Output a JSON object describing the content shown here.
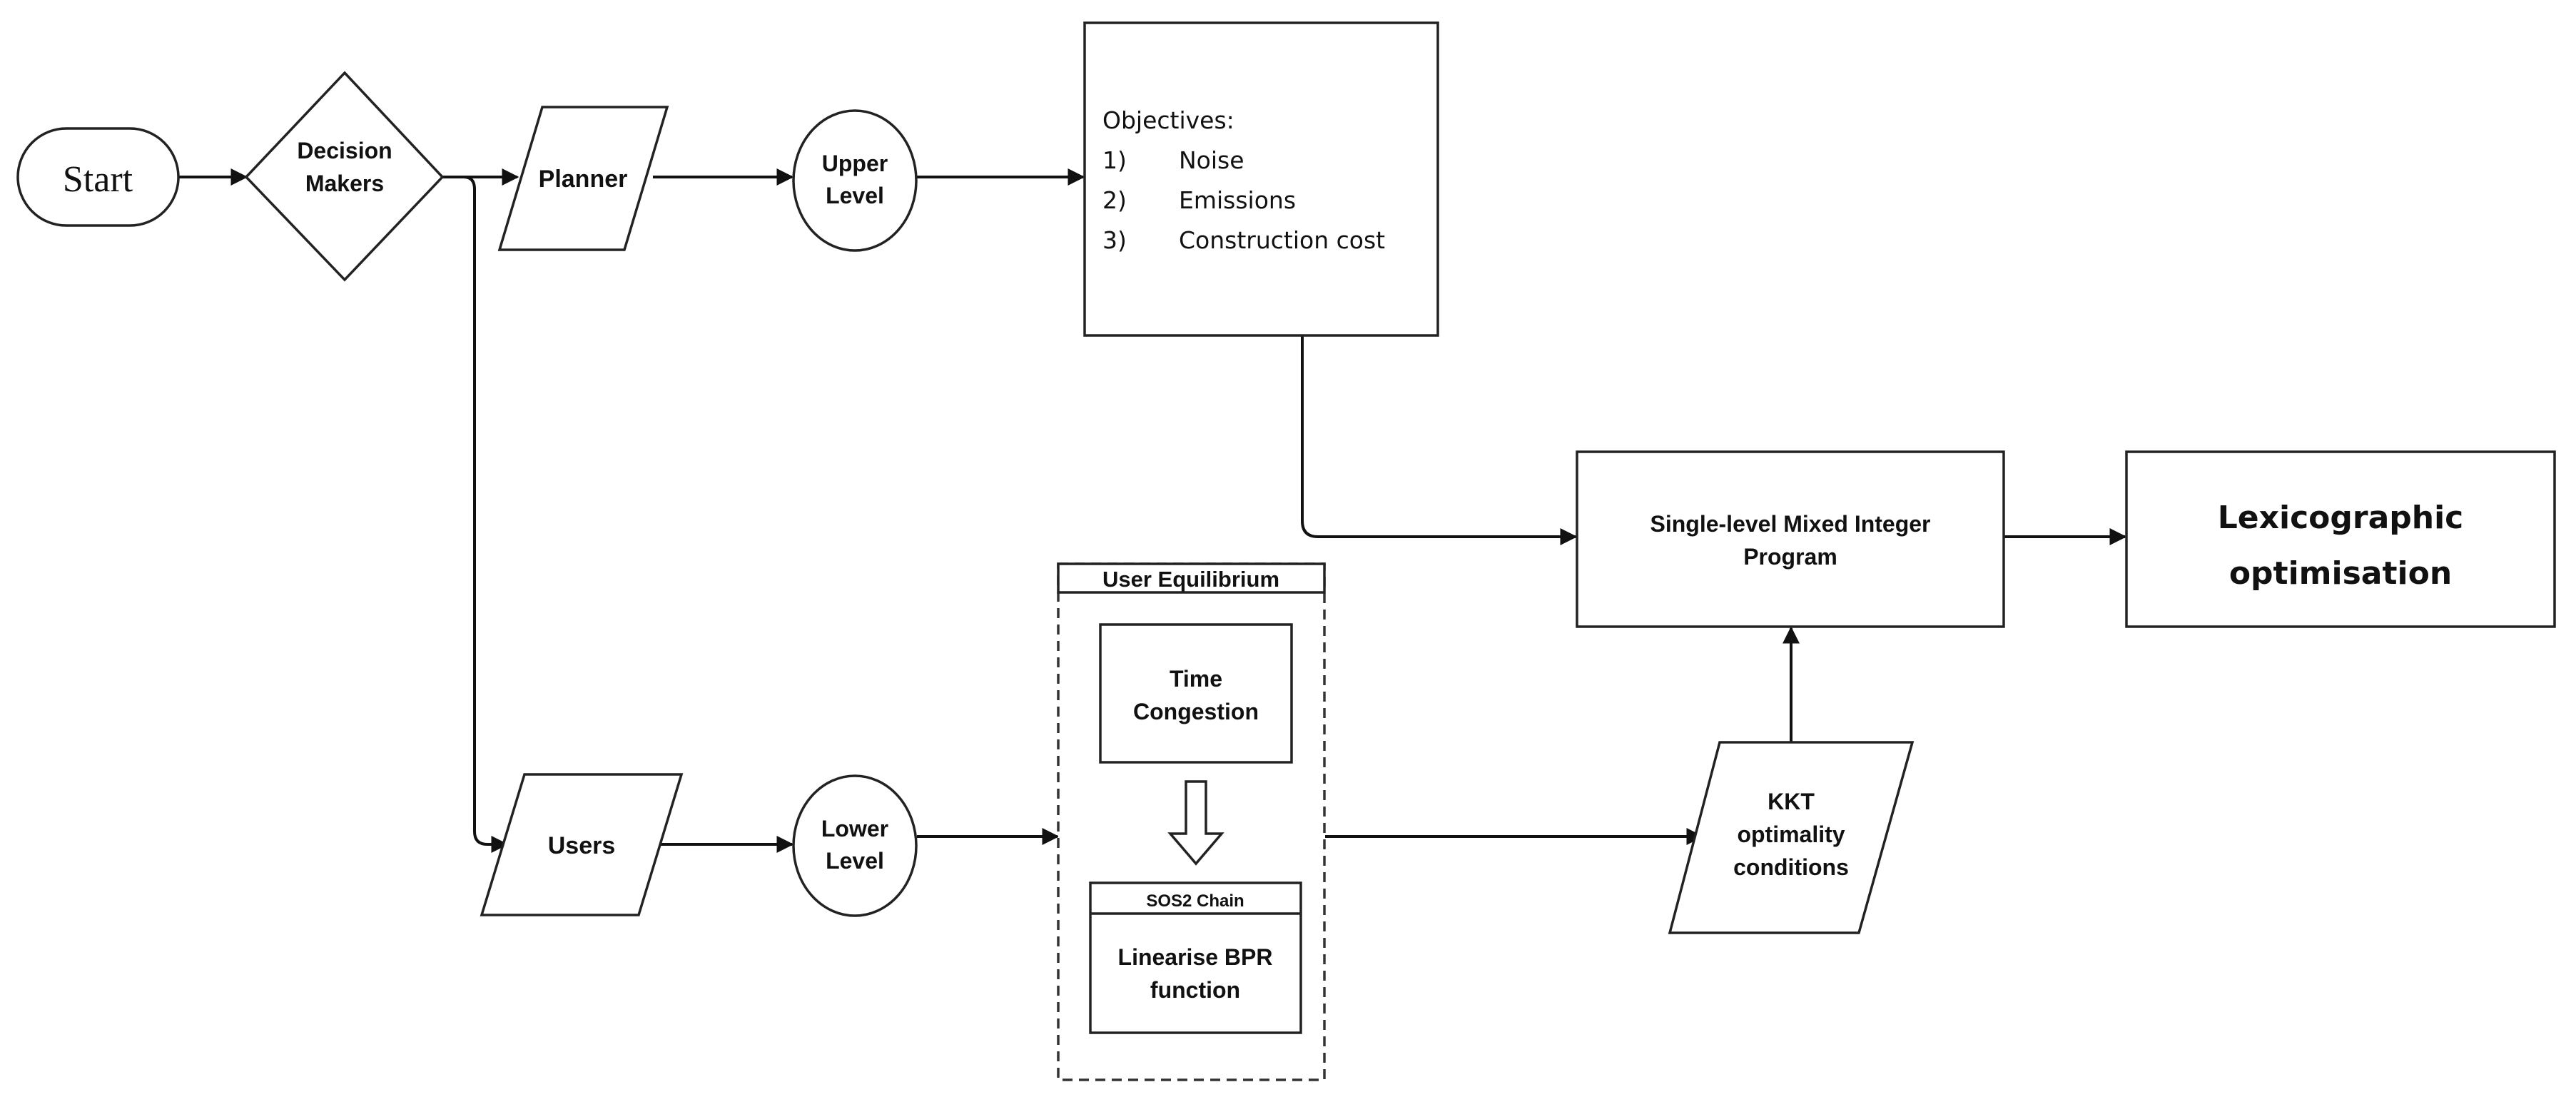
{
  "nodes": {
    "start": "Start",
    "decision_makers": [
      "Decision",
      "Makers"
    ],
    "planner": "Planner",
    "users": "Users",
    "upper_level": [
      "Upper",
      "Level"
    ],
    "lower_level": [
      "Lower",
      "Level"
    ],
    "objectives": {
      "heading": "Objectives:",
      "items": [
        {
          "num": "1)",
          "text": "Noise"
        },
        {
          "num": "2)",
          "text": "Emissions"
        },
        {
          "num": "3)",
          "text": "Construction cost"
        }
      ]
    },
    "user_equilibrium": {
      "title": "User Equilibrium",
      "time_congestion": [
        "Time",
        "Congestion"
      ],
      "sos2_chain": "SOS2 Chain",
      "linearise": [
        "Linearise BPR",
        "function"
      ]
    },
    "kkt": [
      "KKT",
      "optimality",
      "conditions"
    ],
    "single_level": [
      "Single-level Mixed Integer",
      "Program"
    ],
    "lexicographic": [
      "Lexicographic",
      "optimisation"
    ]
  },
  "colors": {
    "stroke": "#222222",
    "text": "#111111",
    "fill": "#ffffff"
  }
}
